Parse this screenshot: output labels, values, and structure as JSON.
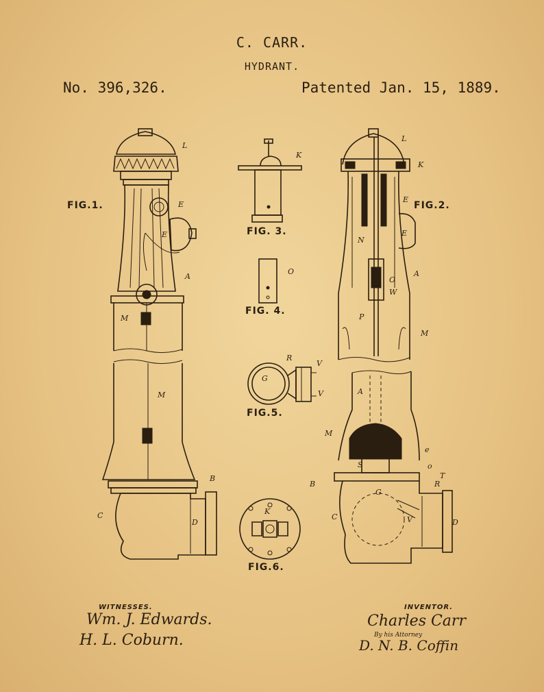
{
  "header": {
    "inventor_name": "C. CARR.",
    "title": "HYDRANT.",
    "patent_number": "No. 396,326.",
    "patent_date": "Patented Jan. 15, 1889."
  },
  "figures": {
    "fig1": "FIG.1.",
    "fig2": "FIG.2.",
    "fig3": "FIG. 3.",
    "fig4": "FIG. 4.",
    "fig5": "FIG.5.",
    "fig6": "FIG.6."
  },
  "labels": {
    "L1": "L",
    "E1": "E",
    "E2": "E",
    "A1": "A",
    "M1": "M",
    "M2": "M",
    "B1": "B",
    "C1": "C",
    "D1": "D",
    "K3": "K",
    "O4": "O",
    "R5": "R",
    "V5a": "V",
    "V5b": "V",
    "G5": "G",
    "K6": "K",
    "L2": "L",
    "K2": "K",
    "E3": "E",
    "E4": "E",
    "N2": "N",
    "O2": "O",
    "W2": "W",
    "A2": "A",
    "P2": "P",
    "M3": "M",
    "A3": "A",
    "M4": "M",
    "e2": "e",
    "o2": "o",
    "S2": "S",
    "T2": "T",
    "B2": "B",
    "R2": "R",
    "G2": "G",
    "C2": "C",
    "V2": "V",
    "D2": "D"
  },
  "footer": {
    "witnesses_label": "WITNESSES.",
    "witness1": "Wm. J. Edwards.",
    "witness2": "H. L. Coburn.",
    "inventor_label": "INVENTOR.",
    "inventor_signature": "Charles Carr",
    "attorney_line": "By his Attorney",
    "attorney_signature": "D. N. B. Coffin"
  },
  "colors": {
    "paper": "#e9c98c",
    "ink": "#2a1e10"
  }
}
